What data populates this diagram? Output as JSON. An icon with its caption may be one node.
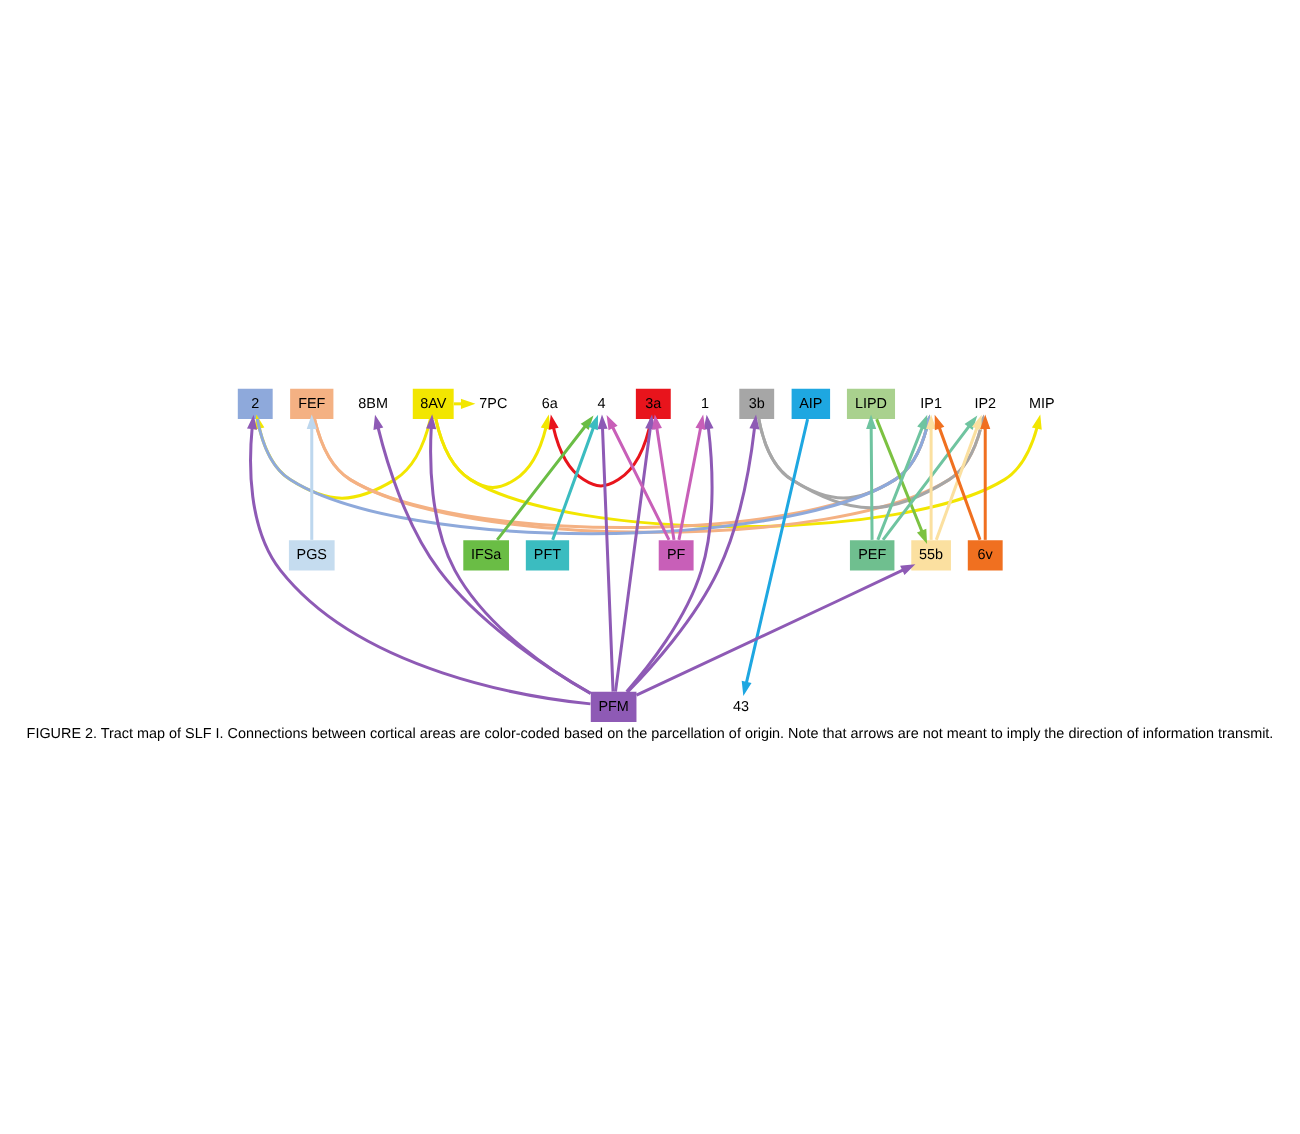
{
  "diagram": {
    "caption": "FIGURE 2. Tract map of SLF I. Connections between cortical areas are color-coded based on the parcellation of origin. Note that arrows are not meant to imply the direction of information transmit.",
    "nodes": [
      {
        "text": [
          "8BM"
        ]
      },
      {
        "text": [
          "8AV"
        ]
      },
      {
        "text": [
          "FEF"
        ]
      },
      {
        "text": [
          "6a"
        ]
      },
      {
        "text": [
          "4"
        ]
      },
      {
        "text": [
          "3a"
        ]
      },
      {
        "text": [
          "3b"
        ]
      },
      {
        "text": [
          "1"
        ]
      },
      {
        "text": [
          "2"
        ]
      },
      {
        "text": [
          "7PC"
        ]
      },
      {
        "text": [
          "AIP"
        ]
      },
      {
        "text": [
          "IP2"
        ]
      },
      {
        "text": [
          "LIPD"
        ]
      },
      {
        "text": [
          "IP1"
        ]
      },
      {
        "text": [
          "MIP"
        ]
      },
      {
        "text": [
          "PEF"
        ]
      },
      {
        "text": [
          "55b"
        ]
      },
      {
        "text": [
          "PGS"
        ]
      },
      {
        "text": [
          "PFM"
        ]
      },
      {
        "text": [
          "IFSa"
        ]
      },
      {
        "text": [
          "PF"
        ]
      },
      {
        "text": [
          "PFT"
        ]
      },
      {
        "text": [
          "43"
        ]
      },
      {
        "text": [
          "6v"
        ]
      }
    ],
    "edges": [
      {
        "from": 1,
        "to": 3,
        "arrow": "to",
        "color": "#f2e600"
      },
      {
        "from": 1,
        "to": 8,
        "arrow": "to",
        "color": "#f2e600"
      },
      {
        "from": 1,
        "to": 9,
        "arrow": "to",
        "color": "#f2e600"
      },
      {
        "from": 1,
        "to": 14,
        "arrow": "to",
        "color": "#f2e600"
      },
      {
        "from": 2,
        "to": 11,
        "arrow": "to",
        "color": "#f4b183"
      },
      {
        "from": 2,
        "to": 13,
        "arrow": "to",
        "color": "#f4b183"
      },
      {
        "from": 5,
        "to": 3,
        "arrow": "to",
        "color": "#e8141c"
      },
      {
        "from": 6,
        "to": 11,
        "arrow": "to",
        "color": "#a6a6a6"
      },
      {
        "from": 6,
        "to": 13,
        "arrow": "to",
        "color": "#a6a6a6"
      },
      {
        "from": 8,
        "to": 13,
        "arrow": "to",
        "color": "#8ea9db"
      },
      {
        "from": 15,
        "to": 11,
        "arrow": "to",
        "color": "#6fc4a0"
      },
      {
        "from": 15,
        "to": 12,
        "arrow": "to",
        "color": "#6fc4a0"
      },
      {
        "from": 15,
        "to": 13,
        "arrow": "to",
        "color": "#6fc4a0"
      },
      {
        "from": 16,
        "to": 11,
        "arrow": "to",
        "color": "#fbe0a0"
      },
      {
        "from": 16,
        "to": 13,
        "arrow": "to",
        "color": "#fbe0a0"
      },
      {
        "from": 12,
        "to": 16,
        "arrow": "to",
        "color": "#7cc242"
      },
      {
        "from": 19,
        "to": 4,
        "arrow": "to",
        "color": "#6abd45"
      },
      {
        "from": 10,
        "to": 22,
        "arrow": "to",
        "color": "#1ea7e1"
      },
      {
        "from": 17,
        "to": 2,
        "arrow": "to",
        "color": "#bdd7ee"
      },
      {
        "from": 18,
        "to": 0,
        "arrow": "to"
      },
      {
        "from": 18,
        "to": 1,
        "arrow": "to"
      },
      {
        "from": 18,
        "to": 16,
        "arrow": "to"
      },
      {
        "from": 18,
        "to": 4,
        "arrow": "to"
      },
      {
        "from": 18,
        "to": 5,
        "arrow": "to"
      },
      {
        "from": 18,
        "to": 6,
        "arrow": "to"
      },
      {
        "from": 18,
        "to": 7,
        "arrow": "to"
      },
      {
        "from": 18,
        "to": 8,
        "arrow": "to"
      },
      {
        "from": 20,
        "to": 4,
        "arrow": "to",
        "color": "#c85fb8"
      },
      {
        "from": 20,
        "to": 5,
        "arrow": "to",
        "color": "#c85fb8"
      },
      {
        "from": 20,
        "to": 7,
        "arrow": "to",
        "color": "#c85fb8"
      },
      {
        "from": 21,
        "to": 4,
        "arrow": "to",
        "color": "#3bbcc0"
      },
      {
        "from": 23,
        "to": 11,
        "arrow": "to",
        "color": "#f07020"
      },
      {
        "from": 23,
        "to": 13,
        "arrow": "to",
        "color": "#f07020"
      }
    ]
  }
}
